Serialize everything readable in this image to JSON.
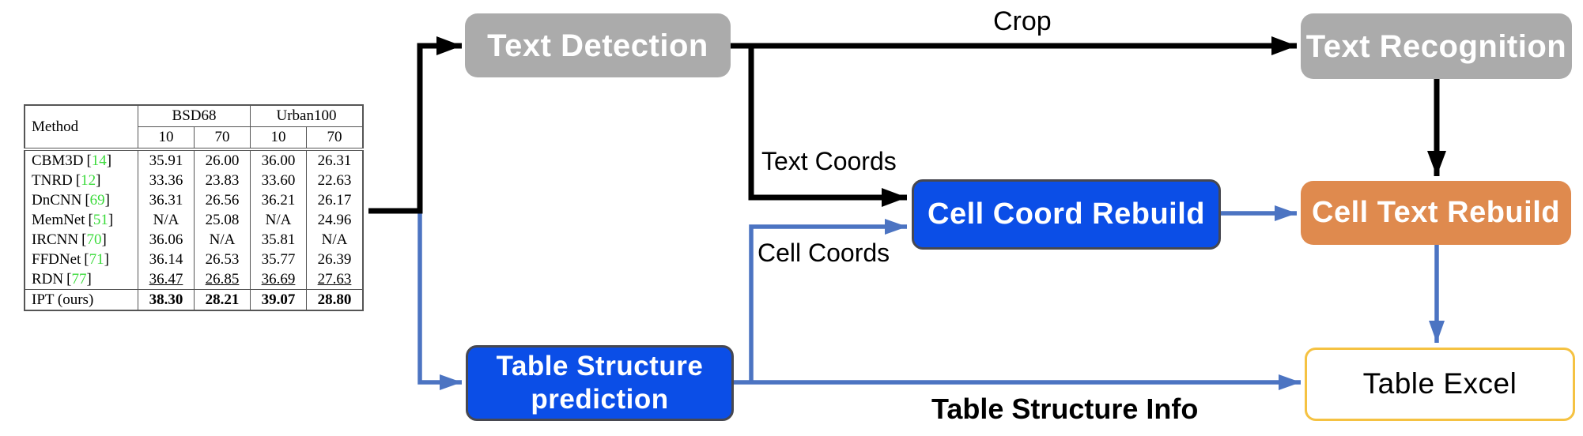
{
  "colors": {
    "box_gray": "#ababab",
    "box_blue": "#0b4ee7",
    "box_orange": "#df8a4e",
    "box_border_dark": "#474850",
    "excel_border": "#f5c242",
    "arrow_blue": "#4c74c2",
    "arrow_black": "#000000",
    "ref_green": "#3bdb3b"
  },
  "nodes": {
    "text_detection": "Text Detection",
    "text_recognition": "Text Recognition",
    "cell_coord_rebuild": "Cell Coord Rebuild",
    "cell_text_rebuild": "Cell Text Rebuild",
    "table_structure_prediction": "Table Structure prediction",
    "table_excel": "Table Excel"
  },
  "edge_labels": {
    "crop": "Crop",
    "text_coords": "Text Coords",
    "cell_coords": "Cell Coords",
    "table_structure_info": "Table Structure Info"
  },
  "benchmark_table": {
    "bracket_open": "[",
    "bracket_close": "]",
    "header": {
      "method": "Method",
      "group1": "BSD68",
      "group2": "Urban100",
      "sub": [
        "10",
        "70",
        "10",
        "70"
      ]
    },
    "rows": [
      {
        "name": "CBM3D",
        "ref": "14",
        "values": [
          "35.91",
          "26.00",
          "36.00",
          "26.31"
        ],
        "style": "normal"
      },
      {
        "name": "TNRD",
        "ref": "12",
        "values": [
          "33.36",
          "23.83",
          "33.60",
          "22.63"
        ],
        "style": "normal"
      },
      {
        "name": "DnCNN",
        "ref": "69",
        "values": [
          "36.31",
          "26.56",
          "36.21",
          "26.17"
        ],
        "style": "normal"
      },
      {
        "name": "MemNet",
        "ref": "51",
        "values": [
          "N/A",
          "25.08",
          "N/A",
          "24.96"
        ],
        "style": "normal"
      },
      {
        "name": "IRCNN",
        "ref": "70",
        "values": [
          "36.06",
          "N/A",
          "35.81",
          "N/A"
        ],
        "style": "normal"
      },
      {
        "name": "FFDNet",
        "ref": "71",
        "values": [
          "36.14",
          "26.53",
          "35.77",
          "26.39"
        ],
        "style": "normal"
      },
      {
        "name": "RDN",
        "ref": "77",
        "values": [
          "36.47",
          "26.85",
          "36.69",
          "27.63"
        ],
        "style": "underline"
      },
      {
        "name": "IPT (ours)",
        "ref": null,
        "values": [
          "38.30",
          "28.21",
          "39.07",
          "28.80"
        ],
        "style": "bold"
      }
    ]
  }
}
